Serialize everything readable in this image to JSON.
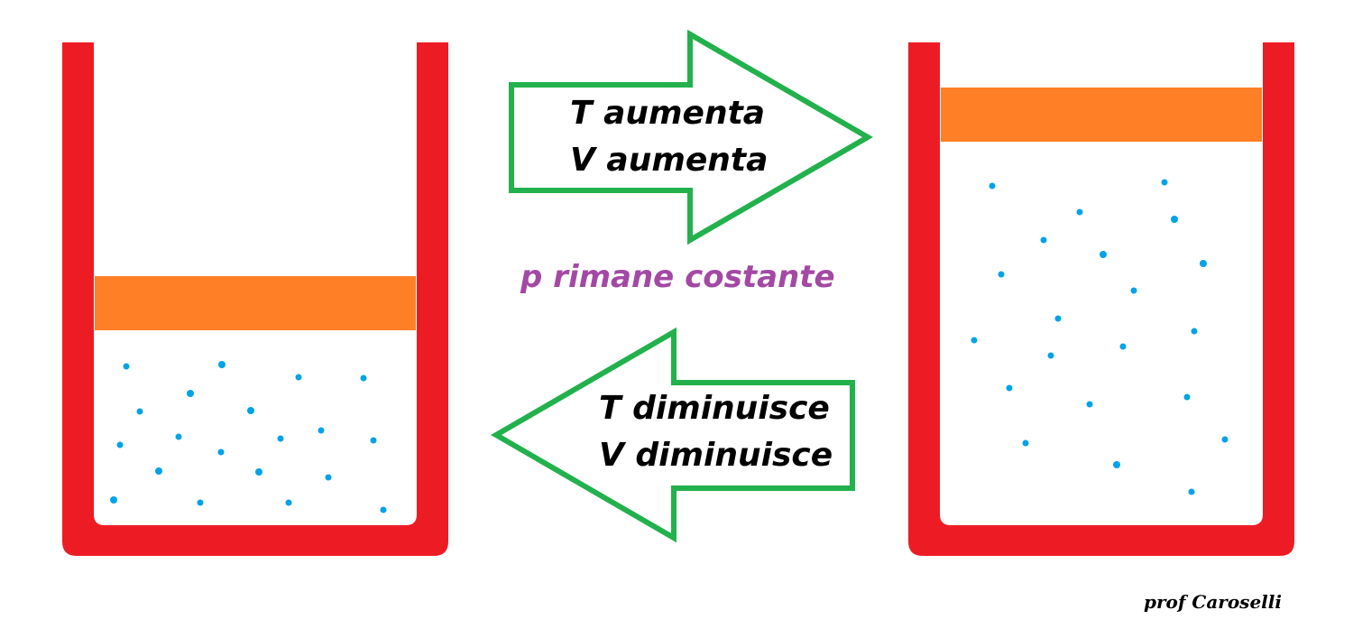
{
  "colors": {
    "container": "#ed1c24",
    "piston": "#ff7f27",
    "particle": "#00a2e8",
    "arrow_outline": "#22b14c",
    "note": "#a349a4",
    "text": "#000000"
  },
  "arrow_right": {
    "line1": "T  aumenta",
    "line2": "V  aumenta"
  },
  "arrow_left": {
    "line1": "T  diminuisce",
    "line2": "V  diminuisce"
  },
  "note": "p  rimane  costante",
  "signature": "prof  Caroselli"
}
